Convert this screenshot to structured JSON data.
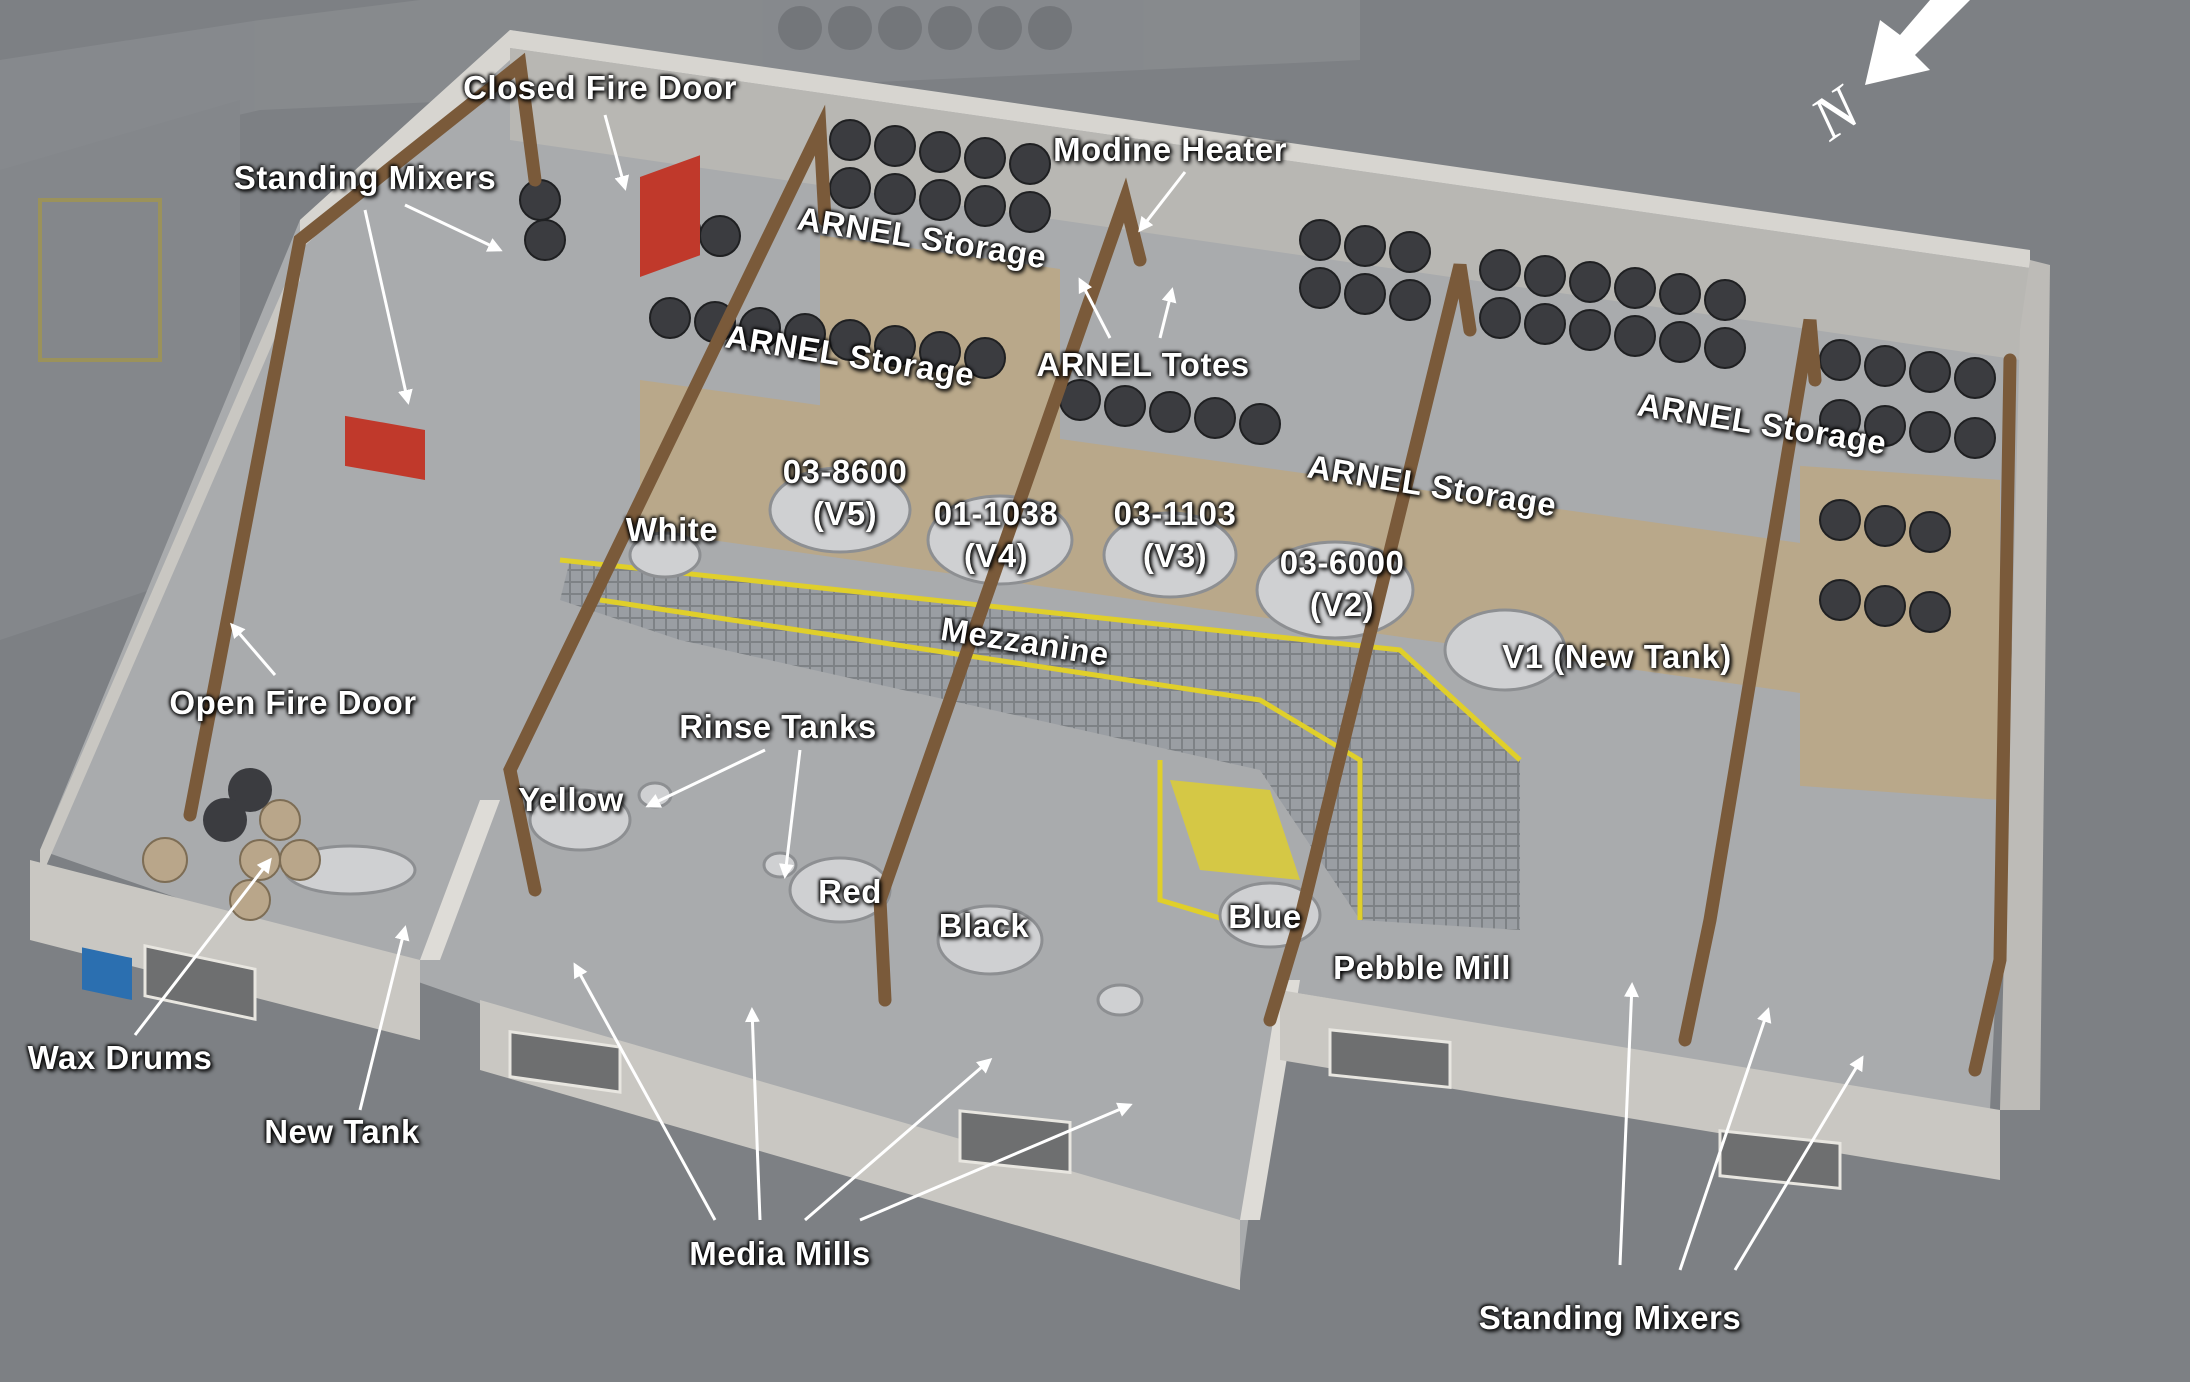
{
  "compass": {
    "letter": "N"
  },
  "labels": {
    "closed_fire_door": "Closed Fire Door",
    "standing_mixers_top": "Standing Mixers",
    "modine_heater": "Modine Heater",
    "arnel_storage_1": "ARNEL Storage",
    "arnel_storage_2": "ARNEL Storage",
    "arnel_storage_3": "ARNEL Storage",
    "arnel_storage_4": "ARNEL Storage",
    "arnel_totes": "ARNEL Totes",
    "white": "White",
    "tank_v5": {
      "code": "03-8600",
      "name": "(V5)"
    },
    "tank_v4": {
      "code": "01-1038",
      "name": "(V4)"
    },
    "tank_v3": {
      "code": "03-1103",
      "name": "(V3)"
    },
    "tank_v2": {
      "code": "03-6000",
      "name": "(V2)"
    },
    "v1_new_tank": "V1 (New Tank)",
    "mezzanine": "Mezzanine",
    "open_fire_door": "Open Fire Door",
    "rinse_tanks": "Rinse Tanks",
    "yellow": "Yellow",
    "red": "Red",
    "black": "Black",
    "blue": "Blue",
    "pebble_mill": "Pebble Mill",
    "wax_drums": "Wax Drums",
    "new_tank": "New Tank",
    "media_mills": "Media Mills",
    "standing_mixers_bottom": "Standing Mixers"
  },
  "colors": {
    "background": "#7d8084",
    "floor": "#a9abad",
    "wall": "#c9c7c2",
    "beam": "#7a5a3a",
    "railing": "#e0cf2a",
    "drum": "#3b3c40",
    "mixer_red": "#c0392b",
    "label": "#ffffff"
  }
}
